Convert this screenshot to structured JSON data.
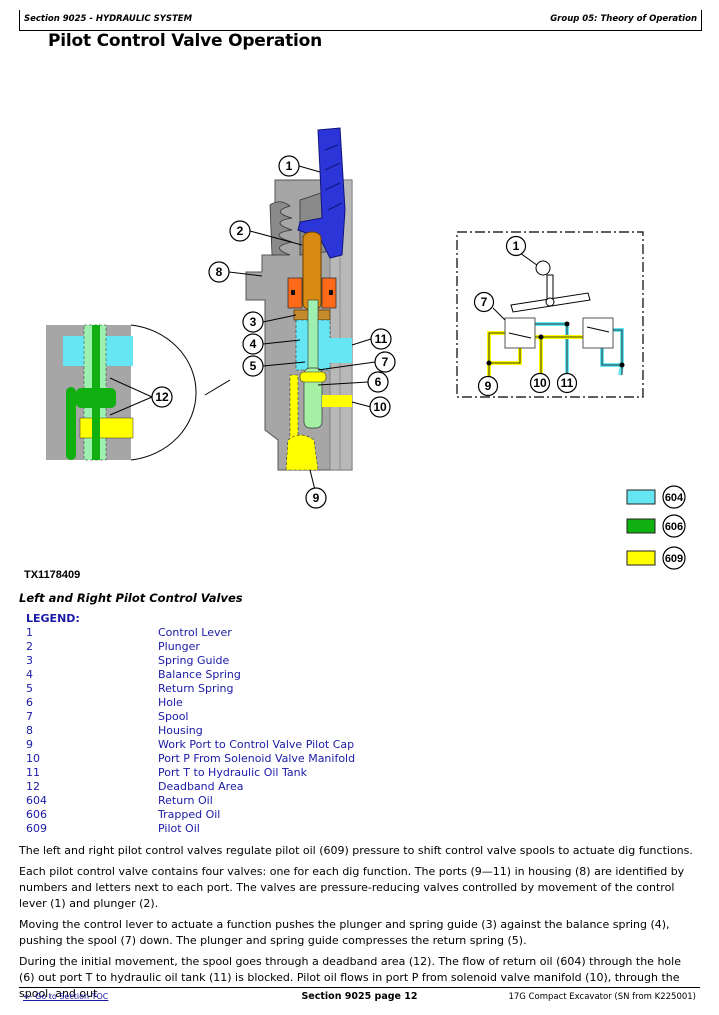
{
  "header": {
    "section": "Section 9025 - HYDRAULIC SYSTEM",
    "group": "Group 05: Theory of Operation"
  },
  "page_title": "Pilot Control Valve Operation",
  "figure": {
    "id": "TX1178409",
    "caption": "Left and Right Pilot Control Valves",
    "callouts": [
      "1",
      "2",
      "3",
      "4",
      "5",
      "6",
      "7",
      "8",
      "9",
      "10",
      "11",
      "12"
    ],
    "schematic_callouts": [
      "1",
      "7",
      "9",
      "10",
      "11"
    ],
    "color_key": [
      {
        "code": "604",
        "color": "#66e6f2"
      },
      {
        "code": "606",
        "color": "#10b010"
      },
      {
        "code": "609",
        "color": "#ffff00"
      }
    ]
  },
  "legend": {
    "heading": "LEGEND:",
    "items": [
      {
        "num": "1",
        "desc": "Control Lever"
      },
      {
        "num": "2",
        "desc": "Plunger"
      },
      {
        "num": "3",
        "desc": "Spring Guide"
      },
      {
        "num": "4",
        "desc": "Balance Spring"
      },
      {
        "num": "5",
        "desc": "Return Spring"
      },
      {
        "num": "6",
        "desc": "Hole"
      },
      {
        "num": "7",
        "desc": "Spool"
      },
      {
        "num": "8",
        "desc": "Housing"
      },
      {
        "num": "9",
        "desc": "Work Port to Control Valve Pilot Cap"
      },
      {
        "num": "10",
        "desc": "Port P From Solenoid Valve Manifold"
      },
      {
        "num": "11",
        "desc": "Port T to Hydraulic Oil Tank"
      },
      {
        "num": "12",
        "desc": "Deadband Area"
      },
      {
        "num": "604",
        "desc": "Return Oil"
      },
      {
        "num": "606",
        "desc": "Trapped Oil"
      },
      {
        "num": "609",
        "desc": "Pilot Oil"
      }
    ]
  },
  "paragraphs": [
    "The left and right pilot control valves regulate pilot oil (609) pressure to shift control valve spools to actuate dig functions.",
    "Each pilot control valve contains four valves: one for each dig function. The ports (9—11) in housing (8) are identified by numbers and letters next to each port. The valves are pressure-reducing valves controlled by movement of the control lever (1) and plunger (2).",
    "Moving the control lever to actuate a function pushes the plunger and spring guide (3) against the balance spring (4), pushing the spool (7) down. The plunger and spring guide compresses the return spring (5).",
    "During the initial movement, the spool goes through a deadband area (12). The flow of return oil (604) through the hole (6) out port T to hydraulic oil tank (11) is blocked. Pilot oil flows in port P from solenoid valve manifold (10), through the spool, and out"
  ],
  "footer": {
    "toc_link": "<- Go to Section TOC",
    "page": "Section 9025 page 12",
    "model": "17G Compact Excavator (SN from K225001)"
  }
}
